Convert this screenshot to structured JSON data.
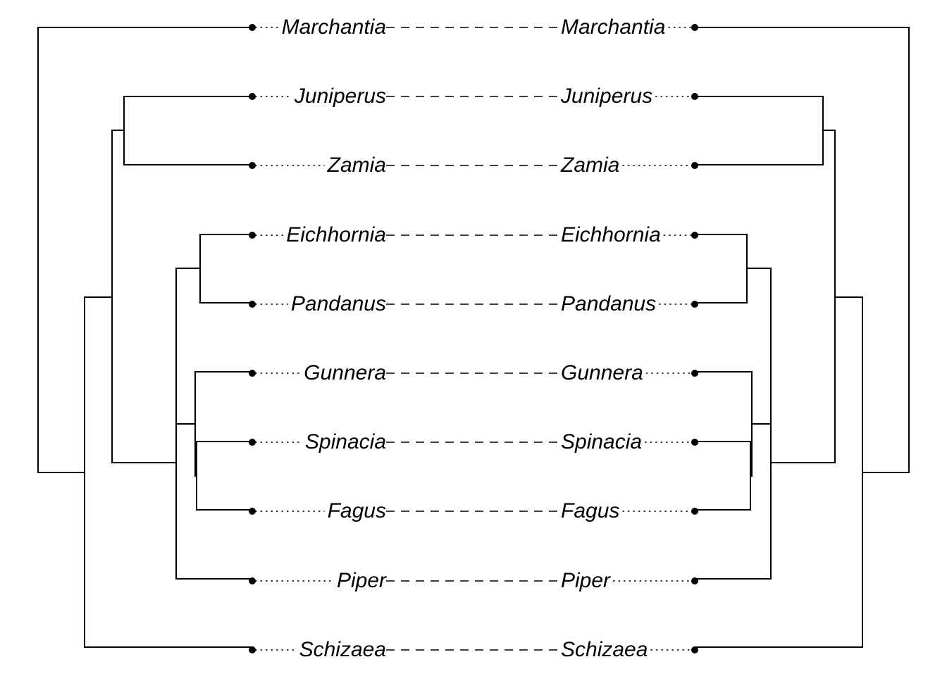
{
  "left_tree": {
    "tips": [
      "Marchantia",
      "Juniperus",
      "Zamia",
      "Eichhornia",
      "Pandanus",
      "Gunnera",
      "Spinacia",
      "Fagus",
      "Piper",
      "Schizaea"
    ]
  },
  "right_tree": {
    "tips": [
      "Marchantia",
      "Juniperus",
      "Zamia",
      "Eichhornia",
      "Pandanus",
      "Gunnera",
      "Spinacia",
      "Fagus",
      "Piper",
      "Schizaea"
    ]
  },
  "associations": [
    [
      "Marchantia",
      "Marchantia"
    ],
    [
      "Juniperus",
      "Juniperus"
    ],
    [
      "Zamia",
      "Zamia"
    ],
    [
      "Eichhornia",
      "Eichhornia"
    ],
    [
      "Pandanus",
      "Pandanus"
    ],
    [
      "Gunnera",
      "Gunnera"
    ],
    [
      "Spinacia",
      "Spinacia"
    ],
    [
      "Fagus",
      "Fagus"
    ],
    [
      "Piper",
      "Piper"
    ],
    [
      "Schizaea",
      "Schizaea"
    ]
  ]
}
